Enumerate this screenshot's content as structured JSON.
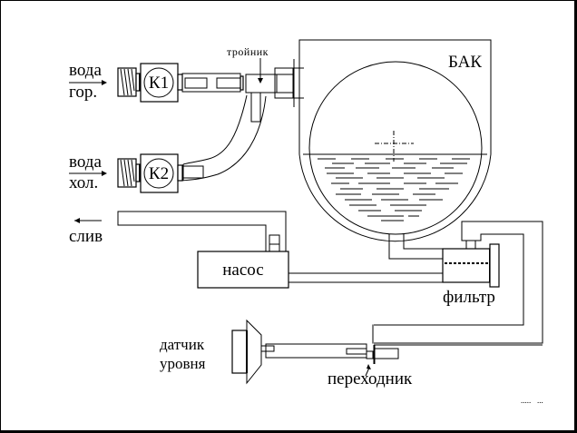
{
  "diagram": {
    "title": "",
    "labels": {
      "hot_water_line1": "вода",
      "hot_water_line2": "гор.",
      "cold_water_line1": "вода",
      "cold_water_line2": "хол.",
      "valve1": "К1",
      "valve2": "К2",
      "tee": "тройник",
      "tank": "БАК",
      "drain": "слив",
      "pump": "насос",
      "filter": "фильтр",
      "level_sensor_line1": "датчик",
      "level_sensor_line2": "уровня",
      "adapter": "переходник",
      "footer_dots": ".....   ..."
    },
    "components": [
      {
        "id": "valve1",
        "name": "hot water valve",
        "label": "К1"
      },
      {
        "id": "valve2",
        "name": "cold water valve",
        "label": "К2"
      },
      {
        "id": "tee",
        "name": "tee fitting",
        "label": "тройник"
      },
      {
        "id": "tank",
        "name": "tank",
        "label": "БАК"
      },
      {
        "id": "pump",
        "name": "pump",
        "label": "насос"
      },
      {
        "id": "filter",
        "name": "filter",
        "label": "фильтр"
      },
      {
        "id": "level_sensor",
        "name": "level sensor",
        "label": "датчик уровня"
      },
      {
        "id": "adapter",
        "name": "adapter",
        "label": "переходник"
      }
    ],
    "flows": [
      {
        "from": "hot water inlet",
        "direction": "right"
      },
      {
        "from": "cold water inlet",
        "direction": "right"
      },
      {
        "from": "drain outlet",
        "direction": "left"
      }
    ]
  }
}
